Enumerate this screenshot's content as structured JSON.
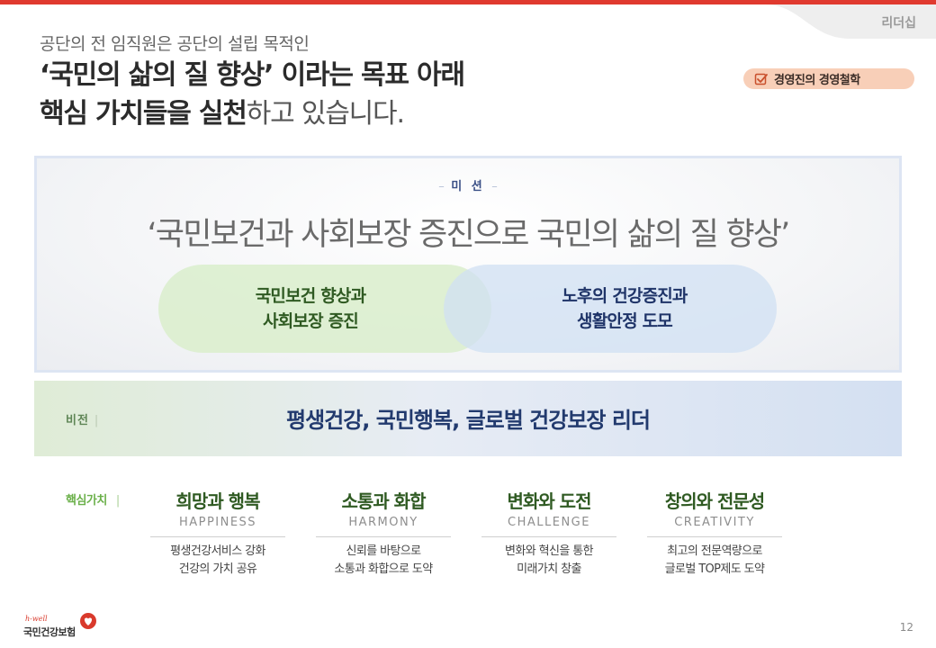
{
  "section_tab": {
    "label": "리더십"
  },
  "headline": {
    "sub": "공단의 전 임직원은 공단의 설립 목적인",
    "line1_bold": "‘국민의 삶의 질 향상’ 이라는 목표 아래",
    "line2_bold": "핵심 가치들을 실천",
    "line2_light": "하고 있습니다."
  },
  "badge": {
    "label": "경영진의 경영철학",
    "icon": "checkbox-icon",
    "color": "#f8cfb8"
  },
  "mission": {
    "tag": "미 션",
    "statement": "‘국민보건과 사회보장 증진으로 국민의 삶의 질 향상’",
    "goals": [
      {
        "line1": "국민보건 향상과",
        "line2": "사회보장 증진"
      },
      {
        "line1": "노후의 건강증진과",
        "line2": "생활안정 도모"
      }
    ]
  },
  "vision": {
    "label": "비전",
    "text": "평생건강, 국민행복, 글로벌 건강보장 리더"
  },
  "core_values": {
    "label": "핵심가치",
    "items": [
      {
        "title": "희망과 행복",
        "english": "HAPPINESS",
        "desc1": "평생건강서비스 강화",
        "desc2": "건강의 가치 공유"
      },
      {
        "title": "소통과 화합",
        "english": "HARMONY",
        "desc1": "신뢰를 바탕으로",
        "desc2": "소통과 화합으로 도약"
      },
      {
        "title": "변화와 도전",
        "english": "CHALLENGE",
        "desc1": "변화와 혁신을 통한",
        "desc2": "미래가치 창출"
      },
      {
        "title": "창의와 전문성",
        "english": "CREATIVITY",
        "desc1": "최고의 전문역량으로",
        "desc2": "글로벌 TOP제도 도약"
      }
    ]
  },
  "logo": {
    "tagline": "h-well",
    "name": "국민건강보험"
  },
  "page_number": "12",
  "colors": {
    "accent_red": "#e03a2f",
    "green": "#2f5a22",
    "navy": "#223a6e"
  }
}
